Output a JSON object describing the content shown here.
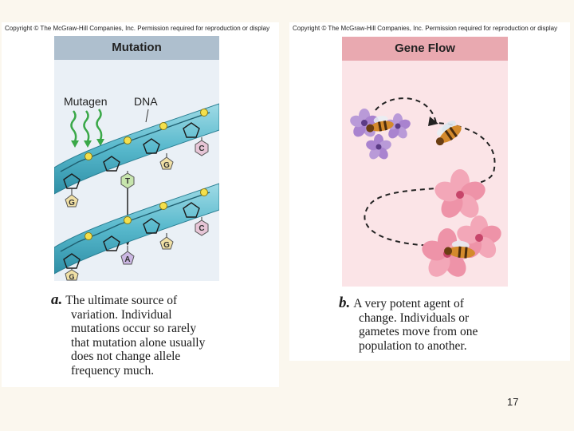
{
  "copyright": "Copyright © The McGraw-Hill Companies, Inc. Permission required for reproduction or display",
  "panel_a": {
    "title": "Mutation",
    "labels": {
      "mutagen": "Mutagen",
      "dna": "DNA"
    },
    "bases": {
      "t": "T",
      "g": "G",
      "c": "C",
      "a": "A"
    },
    "letter": "a.",
    "caption_lines": [
      "The ultimate source of",
      "variation. Individual",
      "mutations occur so rarely",
      "that mutation alone usually",
      "does not change allele",
      "frequency much."
    ]
  },
  "panel_b": {
    "title": "Gene Flow",
    "letter": "b.",
    "caption_lines": [
      "A very potent agent of",
      "change. Individuals or",
      "gametes move from one",
      "population to another."
    ]
  },
  "page_number": "17"
}
